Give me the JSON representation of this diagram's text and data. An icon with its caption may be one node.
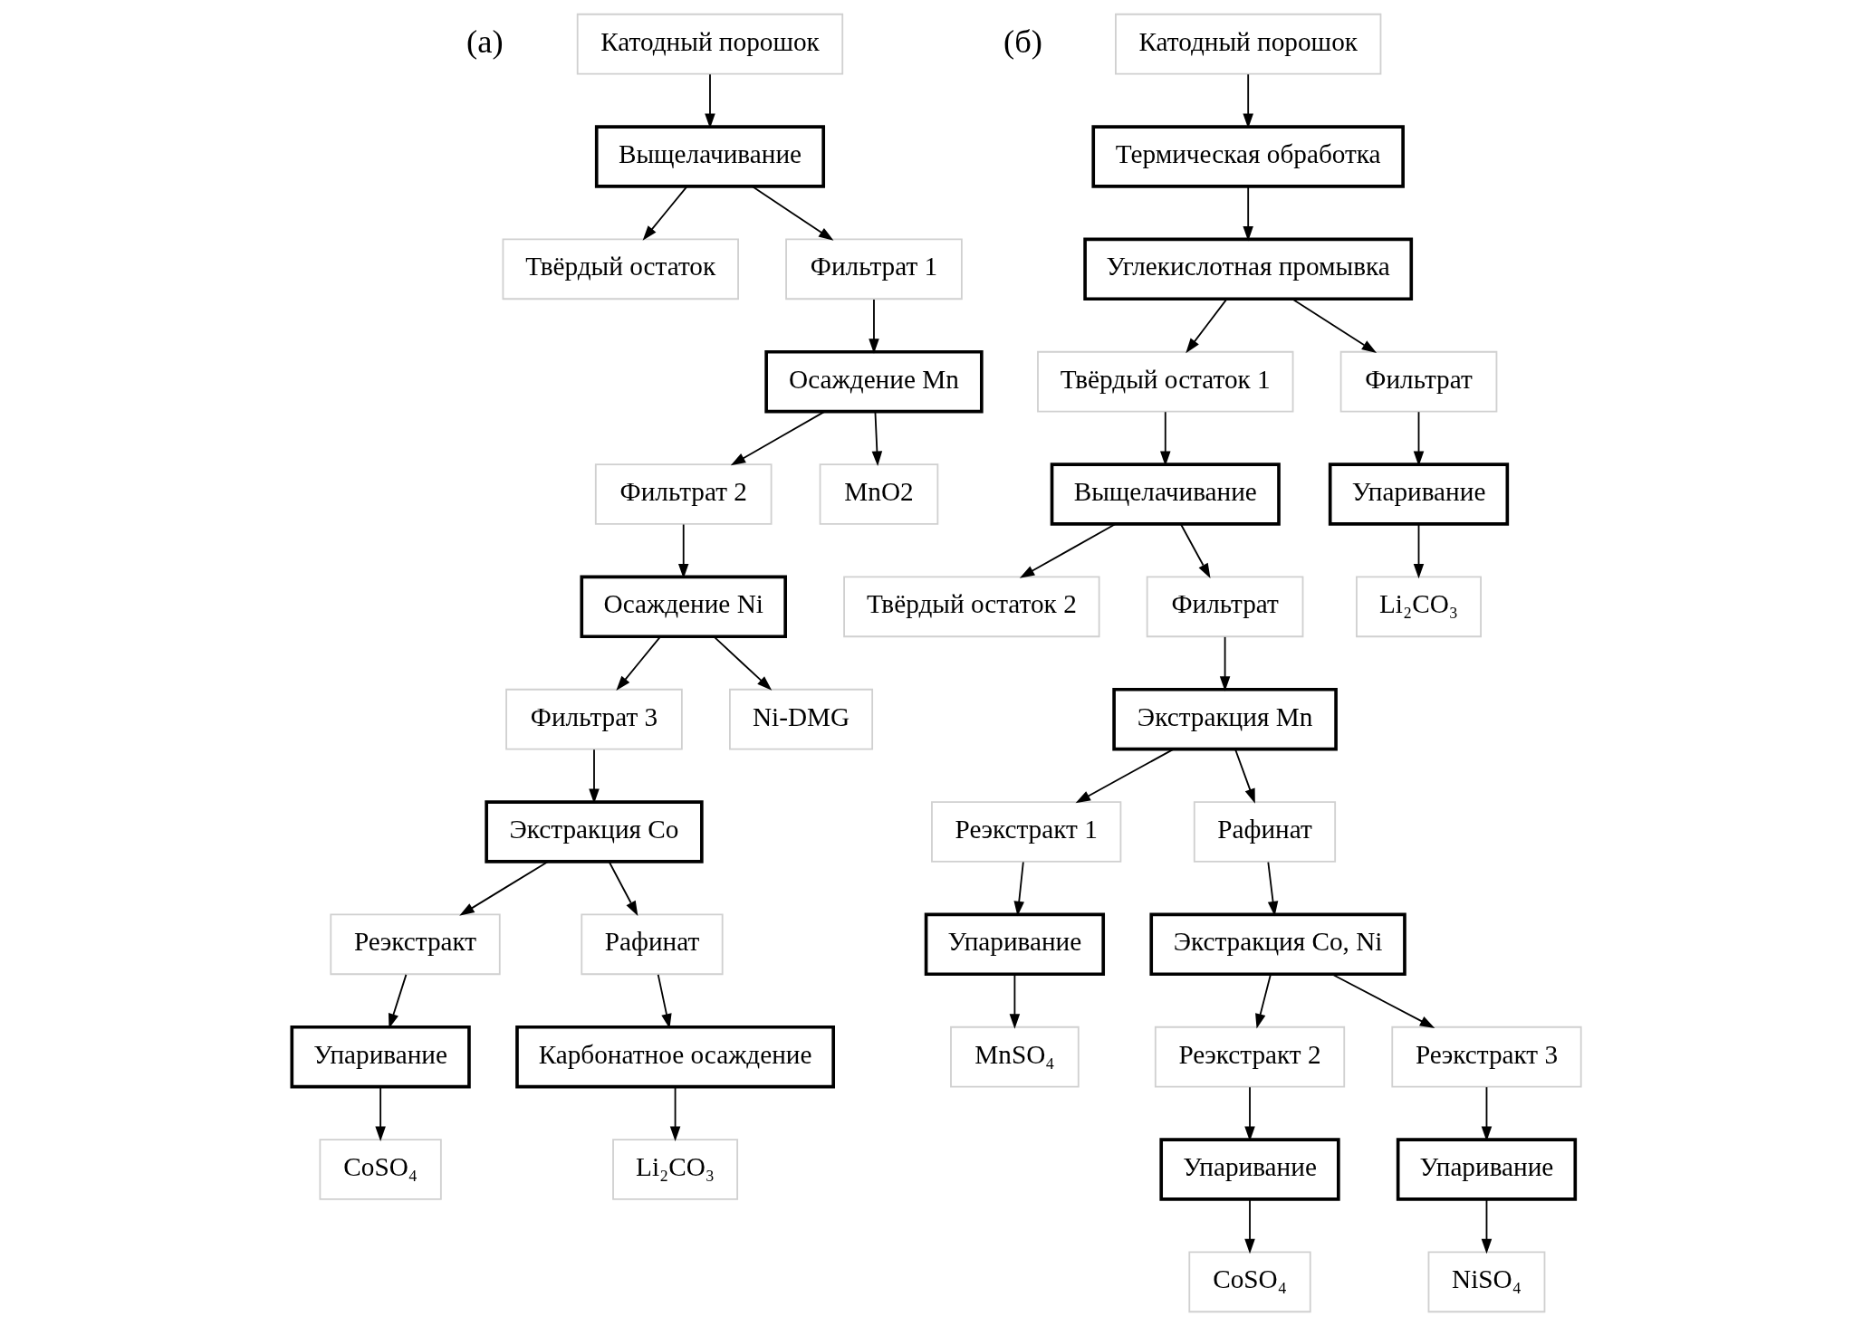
{
  "diagram": {
    "nodes": [
      {
        "text": [
          "Катодный порошок"
        ]
      },
      {
        "text": [
          "Выщелачивание"
        ]
      },
      {
        "text": [
          "Твёрдый остаток"
        ]
      },
      {
        "text": [
          "Фильтрат 1"
        ]
      },
      {
        "text": [
          "Осаждение Mn"
        ]
      },
      {
        "text": [
          "Фильтрат 2"
        ]
      },
      {
        "text": [
          "MnO2"
        ]
      },
      {
        "text": [
          "Осаждение Ni"
        ]
      },
      {
        "text": [
          "Фильтрат 3"
        ]
      },
      {
        "text": [
          "Ni-DMG"
        ]
      },
      {
        "text": [
          "Экстракция Co"
        ]
      },
      {
        "text": [
          "Реэкстракт"
        ]
      },
      {
        "text": [
          "Рафинат"
        ]
      },
      {
        "text": [
          "Упаривание"
        ]
      },
      {
        "text": [
          "Карбонатное осаждение"
        ]
      },
      {
        "text": [
          "CoSO₄"
        ]
      },
      {
        "text": [
          "Li₂CO₃"
        ]
      },
      {
        "text": [
          "Катодный порошок"
        ]
      },
      {
        "text": [
          "Термическая обработка"
        ]
      },
      {
        "text": [
          "Углекислотная промывка"
        ]
      },
      {
        "text": [
          "Твёрдый остаток 1"
        ]
      },
      {
        "text": [
          "Фильтрат"
        ]
      },
      {
        "text": [
          "Выщелачивание"
        ]
      },
      {
        "text": [
          "Упаривание"
        ]
      },
      {
        "text": [
          "Твёрдый остаток 2"
        ]
      },
      {
        "text": [
          "Фильтрат"
        ]
      },
      {
        "text": [
          "Li₂CO₃"
        ]
      },
      {
        "text": [
          "Экстракция Mn"
        ]
      },
      {
        "text": [
          "Реэкстракт 1"
        ]
      },
      {
        "text": [
          "Рафинат"
        ]
      },
      {
        "text": [
          "Упаривание"
        ]
      },
      {
        "text": [
          "Экстракция Co, Ni"
        ]
      },
      {
        "text": [
          "MnSO₄"
        ]
      },
      {
        "text": [
          "Реэкстракт 2"
        ]
      },
      {
        "text": [
          "Реэкстракт 3"
        ]
      },
      {
        "text": [
          "Упаривание"
        ]
      },
      {
        "text": [
          "Упаривание"
        ]
      },
      {
        "text": [
          "CoSO₄"
        ]
      },
      {
        "text": [
          "NiSO₄"
        ]
      }
    ],
    "edges": [
      {
        "from": 0,
        "to": 1,
        "arrow": "to"
      },
      {
        "from": 1,
        "to": 2,
        "arrow": "to"
      },
      {
        "from": 1,
        "to": 3,
        "arrow": "to"
      },
      {
        "from": 3,
        "to": 4,
        "arrow": "to"
      },
      {
        "from": 4,
        "to": 5,
        "arrow": "to"
      },
      {
        "from": 4,
        "to": 6,
        "arrow": "to"
      },
      {
        "from": 5,
        "to": 7,
        "arrow": "to"
      },
      {
        "from": 7,
        "to": 8,
        "arrow": "to"
      },
      {
        "from": 7,
        "to": 9,
        "arrow": "to"
      },
      {
        "from": 8,
        "to": 10,
        "arrow": "to"
      },
      {
        "from": 10,
        "to": 11,
        "arrow": "to"
      },
      {
        "from": 10,
        "to": 12,
        "arrow": "to"
      },
      {
        "from": 11,
        "to": 13,
        "arrow": "to"
      },
      {
        "from": 12,
        "to": 14,
        "arrow": "to"
      },
      {
        "from": 13,
        "to": 15,
        "arrow": "to"
      },
      {
        "from": 14,
        "to": 16,
        "arrow": "to"
      },
      {
        "from": 17,
        "to": 18,
        "arrow": "to"
      },
      {
        "from": 18,
        "to": 19,
        "arrow": "to"
      },
      {
        "from": 19,
        "to": 20,
        "arrow": "to"
      },
      {
        "from": 19,
        "to": 21,
        "arrow": "to"
      },
      {
        "from": 20,
        "to": 22,
        "arrow": "to"
      },
      {
        "from": 21,
        "to": 23,
        "arrow": "to"
      },
      {
        "from": 22,
        "to": 24,
        "arrow": "to"
      },
      {
        "from": 22,
        "to": 25,
        "arrow": "to"
      },
      {
        "from": 23,
        "to": 26,
        "arrow": "to"
      },
      {
        "from": 25,
        "to": 27,
        "arrow": "to"
      },
      {
        "from": 27,
        "to": 28,
        "arrow": "to"
      },
      {
        "from": 27,
        "to": 29,
        "arrow": "to"
      },
      {
        "from": 28,
        "to": 30,
        "arrow": "to"
      },
      {
        "from": 29,
        "to": 31,
        "arrow": "to"
      },
      {
        "from": 30,
        "to": 32,
        "arrow": "to"
      },
      {
        "from": 31,
        "to": 33,
        "arrow": "to"
      },
      {
        "from": 31,
        "to": 34,
        "arrow": "to"
      },
      {
        "from": 33,
        "to": 35,
        "arrow": "to"
      },
      {
        "from": 34,
        "to": 36,
        "arrow": "to"
      },
      {
        "from": 35,
        "to": 37,
        "arrow": "to"
      },
      {
        "from": 36,
        "to": 38,
        "arrow": "to"
      }
    ],
    "labels": [
      "(а)",
      "(б)"
    ]
  }
}
